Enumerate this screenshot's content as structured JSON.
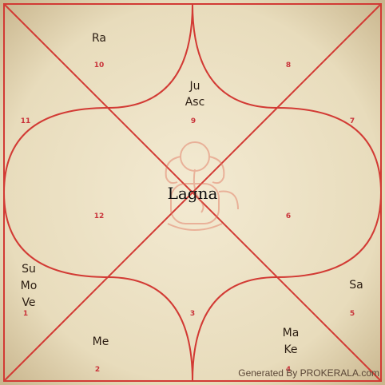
{
  "chart": {
    "center_label": "Lagna",
    "footer_text": "Generated By PROKERALA.com",
    "colors": {
      "background": "#efe3c7",
      "line": "#d23a34",
      "house_number": "#c9333a",
      "planet_text": "#2b1d12"
    },
    "center_icon": "ganesha-icon",
    "houses": [
      {
        "number": "9",
        "planets": [
          "Ju",
          "Asc"
        ]
      },
      {
        "number": "10",
        "planets": [
          "Ra"
        ]
      },
      {
        "number": "8",
        "planets": []
      },
      {
        "number": "11",
        "planets": []
      },
      {
        "number": "7",
        "planets": []
      },
      {
        "number": "12",
        "planets": []
      },
      {
        "number": "6",
        "planets": []
      },
      {
        "number": "1",
        "planets": [
          "Su",
          "Mo",
          "Ve"
        ]
      },
      {
        "number": "5",
        "planets": [
          "Sa"
        ]
      },
      {
        "number": "3",
        "planets": []
      },
      {
        "number": "2",
        "planets": [
          "Me"
        ]
      },
      {
        "number": "4",
        "planets": [
          "Ma",
          "Ke"
        ]
      }
    ]
  }
}
